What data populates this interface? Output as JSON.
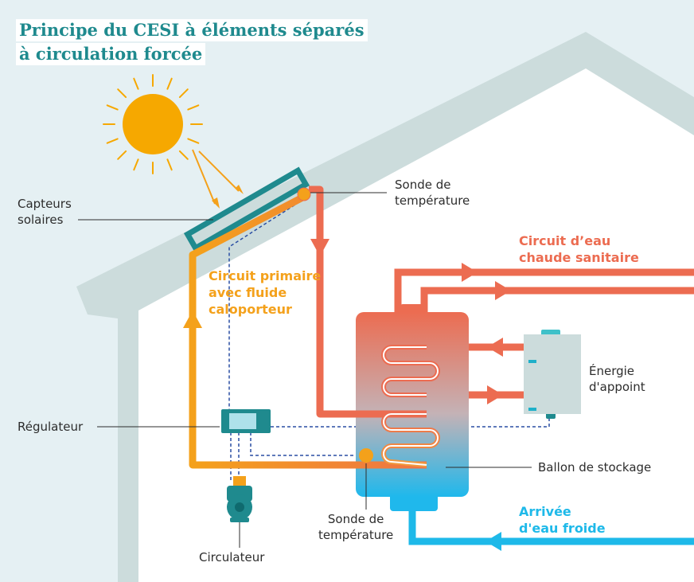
{
  "title": {
    "line1": "Principe du CESI à éléments séparés",
    "line2": "à circulation forcée"
  },
  "labels": {
    "capteurs": [
      "Capteurs",
      "solaires"
    ],
    "sonde_top": [
      "Sonde de",
      "température"
    ],
    "circuit_primaire": [
      "Circuit primaire",
      "avec fluide",
      "caloporteur"
    ],
    "circuit_eau_chaude": [
      "Circuit d’eau",
      "chaude sanitaire"
    ],
    "energie": [
      "Énergie",
      "d'appoint"
    ],
    "regulateur": "Régulateur",
    "ballon": "Ballon de stockage",
    "sonde_bottom": [
      "Sonde de",
      "température"
    ],
    "arrivee": [
      "Arrivée",
      "d'eau froide"
    ],
    "circulateur": "Circulateur"
  },
  "colors": {
    "teal": "#1f8a8e",
    "orange": "#f4a11b",
    "hot_red": "#ec6c51",
    "cold_blue": "#1eb9e9",
    "house_grey": "#ccdcdc",
    "background": "#e5f0f3",
    "sun": "#f6a800"
  }
}
